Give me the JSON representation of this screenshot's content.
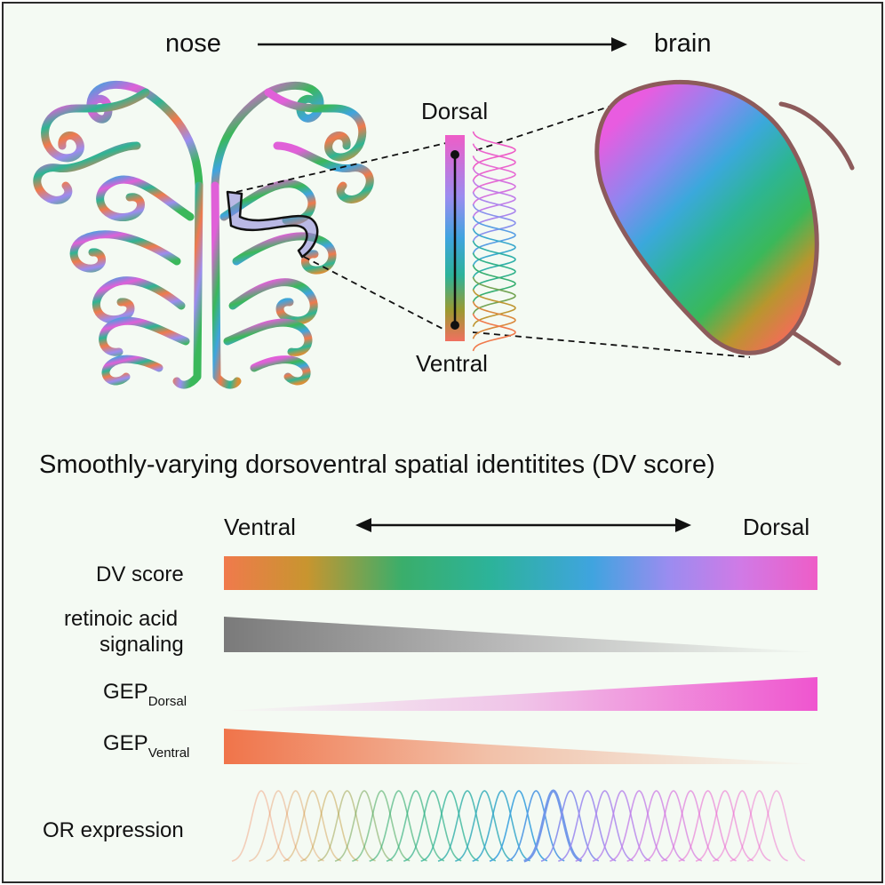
{
  "header": {
    "left": "nose",
    "right": "brain"
  },
  "section_labels": {
    "dorsal": "Dorsal",
    "ventral": "Ventral"
  },
  "title": "Smoothly-varying dorsoventral spatial identitites (DV score)",
  "axis": {
    "left": "Ventral",
    "right": "Dorsal"
  },
  "rows": {
    "dv_score": "DV score",
    "ra_line1": "retinoic acid",
    "ra_line2": "signaling",
    "gep_dorsal_main": "GEP",
    "gep_dorsal_sub": "Dorsal",
    "gep_ventral_main": "GEP",
    "gep_ventral_sub": "Ventral",
    "or_expression": "OR expression"
  },
  "colors": {
    "dv_gradient": [
      "#f07a4c",
      "#c8952f",
      "#3aae6b",
      "#2cb39a",
      "#3fa4df",
      "#9b8cf0",
      "#c77ae8",
      "#e96bd2",
      "#ee5dc7"
    ],
    "retinoic_acid": "#7f7f7f",
    "gep_dorsal": "#ef55cf",
    "gep_ventral": "#f0744a",
    "bulb_outline": "#8d5b5b",
    "background": "#f4faf3"
  },
  "icons": [
    "double-headed-arrow",
    "right-arrow"
  ]
}
